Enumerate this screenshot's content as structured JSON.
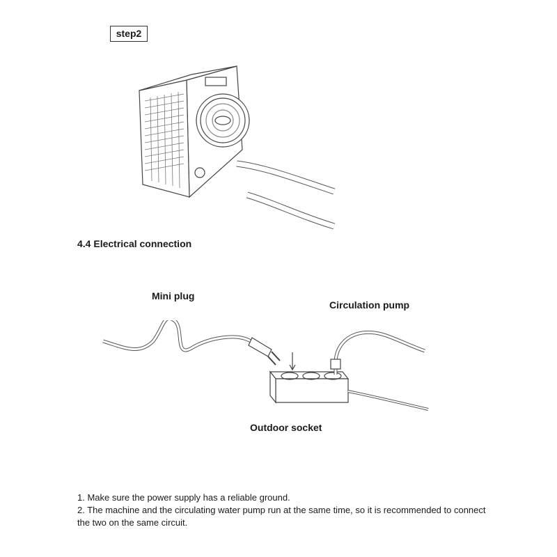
{
  "step_label": "step2",
  "section_title": "4.4 Electrical connection",
  "labels": {
    "plug": "Mini plug",
    "pump": "Circulation pump",
    "socket": "Outdoor socket"
  },
  "notes": [
    "1. Make sure the power supply has a reliable ground.",
    "2. The machine and the circulating water pump run at the same time, so it is recommended to connect the two on the same circuit."
  ]
}
